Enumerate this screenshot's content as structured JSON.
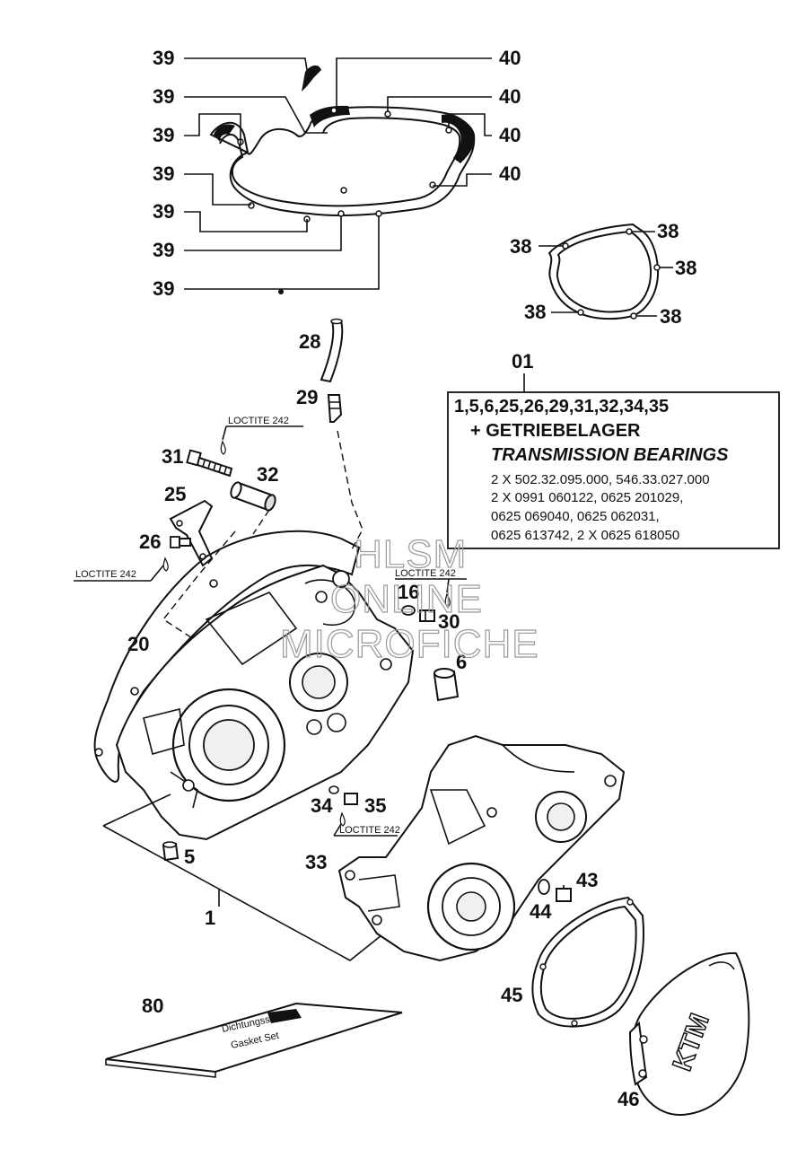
{
  "callouts": {
    "c39": "39",
    "c40": "40",
    "c38": "38",
    "c01": "01",
    "c28": "28",
    "c29": "29",
    "c31": "31",
    "c32": "32",
    "c25": "25",
    "c26": "26",
    "c20": "20",
    "c16": "16",
    "c30": "30",
    "c6": "6",
    "c34": "34",
    "c35": "35",
    "c5": "5",
    "c33": "33",
    "c1": "1",
    "c43": "43",
    "c44": "44",
    "c45": "45",
    "c80": "80",
    "c46": "46"
  },
  "loctite": {
    "label": "LOCTITE 242"
  },
  "kit_box": {
    "line1": "1,5,6,25,26,29,31,32,34,35",
    "line2": "+ GETRIEBELAGER",
    "line3": "TRANSMISSION BEARINGS",
    "line4": "2 X 502.32.095.000, 546.33.027.000",
    "line5": "2 X 0991 060122, 0625 201029,",
    "line6": "0625 069040, 0625 062031,",
    "line7": "0625 613742, 2 X 0625 618050"
  },
  "watermark": {
    "line1": "HLSM",
    "line2": "ONLINE",
    "line3": "MICROFICHE"
  },
  "booklet": {
    "line1": "Dichtungssatz",
    "line2": "Gasket Set"
  },
  "cover_logo": "KTM"
}
